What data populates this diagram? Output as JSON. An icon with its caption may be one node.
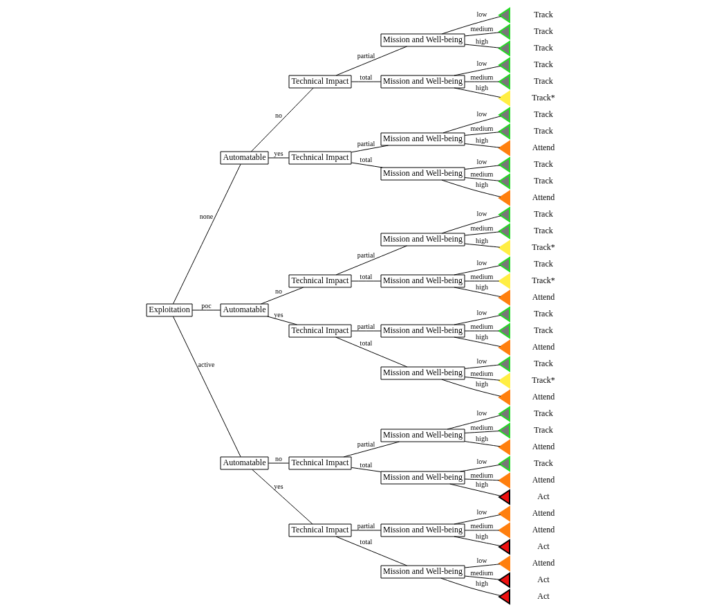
{
  "diagram": {
    "nodes": [
      {
        "text": [
          "Exploitation"
        ]
      },
      {
        "text": [
          "Automatable"
        ]
      },
      {
        "text": [
          "Technical Impact"
        ]
      },
      {
        "text": [
          "Mission and Well-being"
        ]
      },
      {
        "text": [],
        "shape": "triangle",
        "beside": [
          "Track"
        ]
      },
      {
        "text": [],
        "shape": "triangle",
        "beside": [
          "Track"
        ]
      },
      {
        "text": [],
        "shape": "triangle",
        "beside": [
          "Track"
        ]
      },
      {
        "text": [
          "Mission and Well-being"
        ]
      },
      {
        "text": [],
        "shape": "triangle",
        "beside": [
          "Track"
        ]
      },
      {
        "text": [],
        "shape": "triangle",
        "beside": [
          "Track"
        ]
      },
      {
        "text": [],
        "shape": "triangle",
        "beside": [
          "Track*"
        ]
      },
      {
        "text": [
          "Technical Impact"
        ]
      },
      {
        "text": [
          "Mission and Well-being"
        ]
      },
      {
        "text": [],
        "shape": "triangle",
        "beside": [
          "Track"
        ]
      },
      {
        "text": [],
        "shape": "triangle",
        "beside": [
          "Track"
        ]
      },
      {
        "text": [],
        "shape": "triangle",
        "beside": [
          "Attend"
        ]
      },
      {
        "text": [
          "Mission and Well-being"
        ]
      },
      {
        "text": [],
        "shape": "triangle",
        "beside": [
          "Track"
        ]
      },
      {
        "text": [],
        "shape": "triangle",
        "beside": [
          "Track"
        ]
      },
      {
        "text": [],
        "shape": "triangle",
        "beside": [
          "Attend"
        ]
      },
      {
        "text": [
          "Automatable"
        ]
      },
      {
        "text": [
          "Technical Impact"
        ]
      },
      {
        "text": [
          "Mission and Well-being"
        ]
      },
      {
        "text": [],
        "shape": "triangle",
        "beside": [
          "Track"
        ]
      },
      {
        "text": [],
        "shape": "triangle",
        "beside": [
          "Track"
        ]
      },
      {
        "text": [],
        "shape": "triangle",
        "beside": [
          "Track*"
        ]
      },
      {
        "text": [
          "Mission and Well-being"
        ]
      },
      {
        "text": [],
        "shape": "triangle",
        "beside": [
          "Track"
        ]
      },
      {
        "text": [],
        "shape": "triangle",
        "beside": [
          "Track*"
        ]
      },
      {
        "text": [],
        "shape": "triangle",
        "beside": [
          "Attend"
        ]
      },
      {
        "text": [
          "Technical Impact"
        ]
      },
      {
        "text": [
          "Mission and Well-being"
        ]
      },
      {
        "text": [],
        "shape": "triangle",
        "beside": [
          "Track"
        ]
      },
      {
        "text": [],
        "shape": "triangle",
        "beside": [
          "Track"
        ]
      },
      {
        "text": [],
        "shape": "triangle",
        "beside": [
          "Attend"
        ]
      },
      {
        "text": [
          "Mission and Well-being"
        ]
      },
      {
        "text": [],
        "shape": "triangle",
        "beside": [
          "Track"
        ]
      },
      {
        "text": [],
        "shape": "triangle",
        "beside": [
          "Track*"
        ]
      },
      {
        "text": [],
        "shape": "triangle",
        "beside": [
          "Attend"
        ]
      },
      {
        "text": [
          "Automatable"
        ]
      },
      {
        "text": [
          "Technical Impact"
        ]
      },
      {
        "text": [
          "Mission and Well-being"
        ]
      },
      {
        "text": [],
        "shape": "triangle",
        "beside": [
          "Track"
        ]
      },
      {
        "text": [],
        "shape": "triangle",
        "beside": [
          "Track"
        ]
      },
      {
        "text": [],
        "shape": "triangle",
        "beside": [
          "Attend"
        ]
      },
      {
        "text": [
          "Mission and Well-being"
        ]
      },
      {
        "text": [],
        "shape": "triangle",
        "beside": [
          "Track"
        ]
      },
      {
        "text": [],
        "shape": "triangle",
        "beside": [
          "Attend"
        ]
      },
      {
        "text": [],
        "shape": "triangle",
        "beside": [
          "Act"
        ]
      },
      {
        "text": [
          "Technical Impact"
        ]
      },
      {
        "text": [
          "Mission and Well-being"
        ]
      },
      {
        "text": [],
        "shape": "triangle",
        "beside": [
          "Attend"
        ]
      },
      {
        "text": [],
        "shape": "triangle",
        "beside": [
          "Attend"
        ]
      },
      {
        "text": [],
        "shape": "triangle",
        "beside": [
          "Act"
        ]
      },
      {
        "text": [
          "Mission and Well-being"
        ]
      },
      {
        "text": [],
        "shape": "triangle",
        "beside": [
          "Attend"
        ]
      },
      {
        "text": [],
        "shape": "triangle",
        "beside": [
          "Act"
        ]
      },
      {
        "text": [],
        "shape": "triangle",
        "beside": [
          "Act"
        ]
      }
    ],
    "edges": [
      {
        "from": 0,
        "to": 1,
        "arrow": "none",
        "label": "none"
      },
      {
        "from": 1,
        "to": 2,
        "arrow": "none",
        "label": "no"
      },
      {
        "from": 2,
        "to": 3,
        "arrow": "none",
        "label": "partial"
      },
      {
        "from": 3,
        "to": 4,
        "arrow": "none",
        "label": "low"
      },
      {
        "from": 3,
        "to": 5,
        "arrow": "none",
        "label": "medium"
      },
      {
        "from": 3,
        "to": 6,
        "arrow": "none",
        "label": "high"
      },
      {
        "from": 2,
        "to": 7,
        "arrow": "none",
        "label": "total"
      },
      {
        "from": 7,
        "to": 8,
        "arrow": "none",
        "label": "low"
      },
      {
        "from": 7,
        "to": 9,
        "arrow": "none",
        "label": "medium"
      },
      {
        "from": 7,
        "to": 10,
        "arrow": "none",
        "label": "high"
      },
      {
        "from": 1,
        "to": 11,
        "arrow": "none",
        "label": "yes"
      },
      {
        "from": 11,
        "to": 12,
        "arrow": "none",
        "label": "partial"
      },
      {
        "from": 12,
        "to": 13,
        "arrow": "none",
        "label": "low"
      },
      {
        "from": 12,
        "to": 14,
        "arrow": "none",
        "label": "medium"
      },
      {
        "from": 12,
        "to": 15,
        "arrow": "none",
        "label": "high"
      },
      {
        "from": 11,
        "to": 16,
        "arrow": "none",
        "label": "total"
      },
      {
        "from": 16,
        "to": 17,
        "arrow": "none",
        "label": "low"
      },
      {
        "from": 16,
        "to": 18,
        "arrow": "none",
        "label": "medium"
      },
      {
        "from": 16,
        "to": 19,
        "arrow": "none",
        "label": "high"
      },
      {
        "from": 0,
        "to": 20,
        "arrow": "none",
        "label": "poc"
      },
      {
        "from": 20,
        "to": 21,
        "arrow": "none",
        "label": "no"
      },
      {
        "from": 21,
        "to": 22,
        "arrow": "none",
        "label": "partial"
      },
      {
        "from": 22,
        "to": 23,
        "arrow": "none",
        "label": "low"
      },
      {
        "from": 22,
        "to": 24,
        "arrow": "none",
        "label": "medium"
      },
      {
        "from": 22,
        "to": 25,
        "arrow": "none",
        "label": "high"
      },
      {
        "from": 21,
        "to": 26,
        "arrow": "none",
        "label": "total"
      },
      {
        "from": 26,
        "to": 27,
        "arrow": "none",
        "label": "low"
      },
      {
        "from": 26,
        "to": 28,
        "arrow": "none",
        "label": "medium"
      },
      {
        "from": 26,
        "to": 29,
        "arrow": "none",
        "label": "high"
      },
      {
        "from": 20,
        "to": 30,
        "arrow": "none",
        "label": "yes"
      },
      {
        "from": 30,
        "to": 31,
        "arrow": "none",
        "label": "partial"
      },
      {
        "from": 31,
        "to": 32,
        "arrow": "none",
        "label": "low"
      },
      {
        "from": 31,
        "to": 33,
        "arrow": "none",
        "label": "medium"
      },
      {
        "from": 31,
        "to": 34,
        "arrow": "none",
        "label": "high"
      },
      {
        "from": 30,
        "to": 35,
        "arrow": "none",
        "label": "total"
      },
      {
        "from": 35,
        "to": 36,
        "arrow": "none",
        "label": "low"
      },
      {
        "from": 35,
        "to": 37,
        "arrow": "none",
        "label": "medium"
      },
      {
        "from": 35,
        "to": 38,
        "arrow": "none",
        "label": "high"
      },
      {
        "from": 0,
        "to": 39,
        "arrow": "none",
        "label": "active"
      },
      {
        "from": 39,
        "to": 40,
        "arrow": "none",
        "label": "no"
      },
      {
        "from": 40,
        "to": 41,
        "arrow": "none",
        "label": "partial"
      },
      {
        "from": 41,
        "to": 42,
        "arrow": "none",
        "label": "low"
      },
      {
        "from": 41,
        "to": 43,
        "arrow": "none",
        "label": "medium"
      },
      {
        "from": 41,
        "to": 44,
        "arrow": "none",
        "label": "high"
      },
      {
        "from": 40,
        "to": 45,
        "arrow": "none",
        "label": "total"
      },
      {
        "from": 45,
        "to": 46,
        "arrow": "none",
        "label": "low"
      },
      {
        "from": 45,
        "to": 47,
        "arrow": "none",
        "label": "medium"
      },
      {
        "from": 45,
        "to": 48,
        "arrow": "none",
        "label": "high"
      },
      {
        "from": 39,
        "to": 49,
        "arrow": "none",
        "label": "yes"
      },
      {
        "from": 49,
        "to": 50,
        "arrow": "none",
        "label": "partial"
      },
      {
        "from": 50,
        "to": 51,
        "arrow": "none",
        "label": "low"
      },
      {
        "from": 50,
        "to": 52,
        "arrow": "none",
        "label": "medium"
      },
      {
        "from": 50,
        "to": 53,
        "arrow": "none",
        "label": "high"
      },
      {
        "from": 49,
        "to": 54,
        "arrow": "none",
        "label": "total"
      },
      {
        "from": 54,
        "to": 55,
        "arrow": "none",
        "label": "low"
      },
      {
        "from": 54,
        "to": 56,
        "arrow": "none",
        "label": "medium"
      },
      {
        "from": 54,
        "to": 57,
        "arrow": "none",
        "label": "high"
      }
    ]
  }
}
